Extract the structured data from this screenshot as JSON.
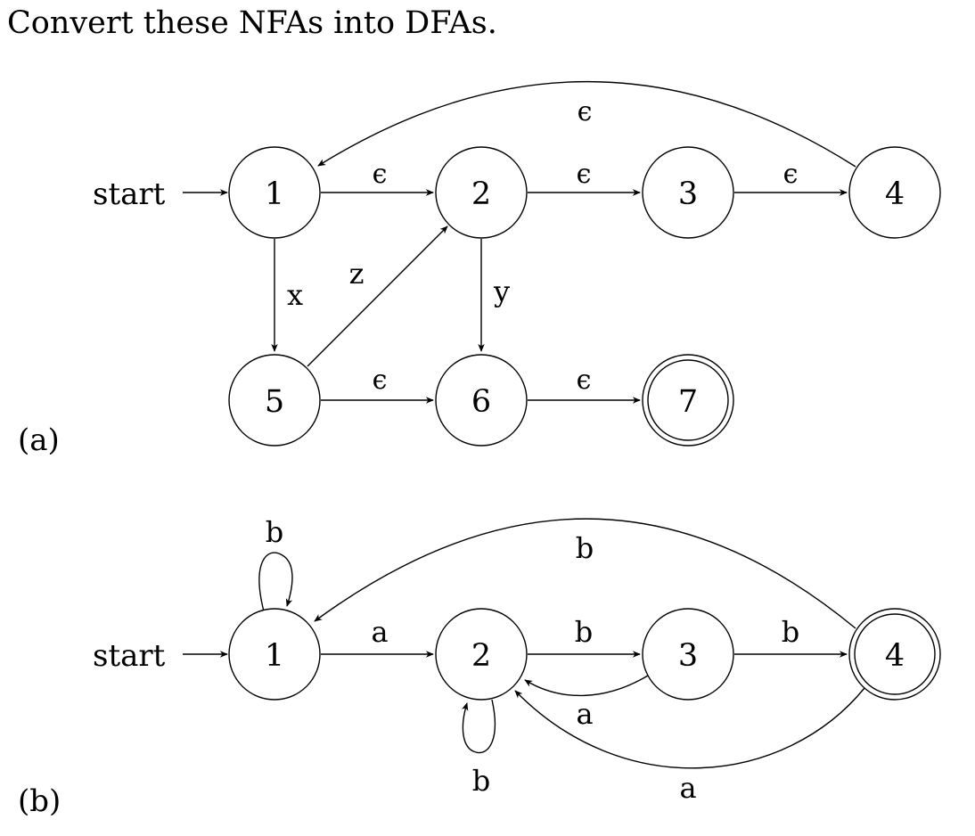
{
  "instruction": "Convert these NFAs into DFAs.",
  "diagrams": [
    {
      "tag": "(a)",
      "start_label": "start",
      "states": [
        {
          "label": "1",
          "accepting": false
        },
        {
          "label": "2",
          "accepting": false
        },
        {
          "label": "3",
          "accepting": false
        },
        {
          "label": "4",
          "accepting": false
        },
        {
          "label": "5",
          "accepting": false
        },
        {
          "label": "6",
          "accepting": false
        },
        {
          "label": "7",
          "accepting": true
        }
      ],
      "start_state": "1",
      "transitions": [
        {
          "from": "1",
          "to": "2",
          "label": "ϵ"
        },
        {
          "from": "2",
          "to": "3",
          "label": "ϵ"
        },
        {
          "from": "3",
          "to": "4",
          "label": "ϵ"
        },
        {
          "from": "4",
          "to": "1",
          "label": "ϵ"
        },
        {
          "from": "1",
          "to": "5",
          "label": "x"
        },
        {
          "from": "5",
          "to": "2",
          "label": "z"
        },
        {
          "from": "2",
          "to": "6",
          "label": "y"
        },
        {
          "from": "5",
          "to": "6",
          "label": "ϵ"
        },
        {
          "from": "6",
          "to": "7",
          "label": "ϵ"
        }
      ]
    },
    {
      "tag": "(b)",
      "start_label": "start",
      "states": [
        {
          "label": "1",
          "accepting": false
        },
        {
          "label": "2",
          "accepting": false
        },
        {
          "label": "3",
          "accepting": false
        },
        {
          "label": "4",
          "accepting": true
        }
      ],
      "start_state": "1",
      "transitions": [
        {
          "from": "1",
          "to": "1",
          "label": "b"
        },
        {
          "from": "1",
          "to": "2",
          "label": "a"
        },
        {
          "from": "2",
          "to": "3",
          "label": "b"
        },
        {
          "from": "3",
          "to": "4",
          "label": "b"
        },
        {
          "from": "4",
          "to": "1",
          "label": "b"
        },
        {
          "from": "3",
          "to": "2",
          "label": "a"
        },
        {
          "from": "2",
          "to": "2",
          "label": "b"
        },
        {
          "from": "4",
          "to": "2",
          "label": "a"
        }
      ]
    }
  ]
}
